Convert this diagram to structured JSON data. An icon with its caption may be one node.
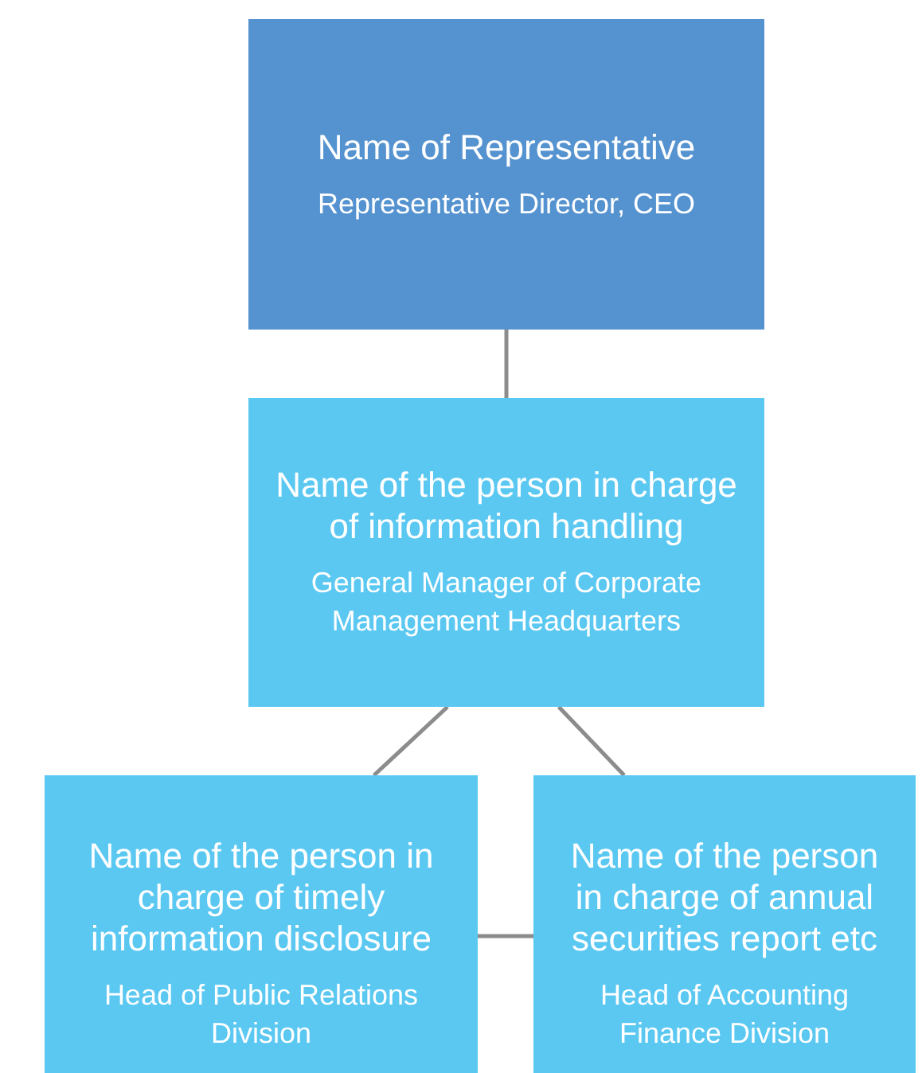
{
  "diagram": {
    "nodes": [
      {
        "text": [
          "Name of Representative",
          "Representative Director, CEO"
        ]
      },
      {
        "text": [
          "Name of the person in charge of information handling",
          "General Manager of Corporate Management Headquarters"
        ]
      },
      {
        "text": [
          "Name of the person in charge of timely information disclosure",
          "Head of Public Relations Division"
        ]
      },
      {
        "text": [
          "Name of the person in charge of annual securities report etc",
          "Head of Accounting Finance Division"
        ]
      }
    ],
    "edges": [
      {
        "from": 0,
        "to": 1,
        "arrow": "none"
      },
      {
        "from": 1,
        "to": 2,
        "arrow": "none"
      },
      {
        "from": 1,
        "to": 3,
        "arrow": "none"
      },
      {
        "from": 2,
        "to": 3,
        "arrow": "none"
      }
    ]
  }
}
